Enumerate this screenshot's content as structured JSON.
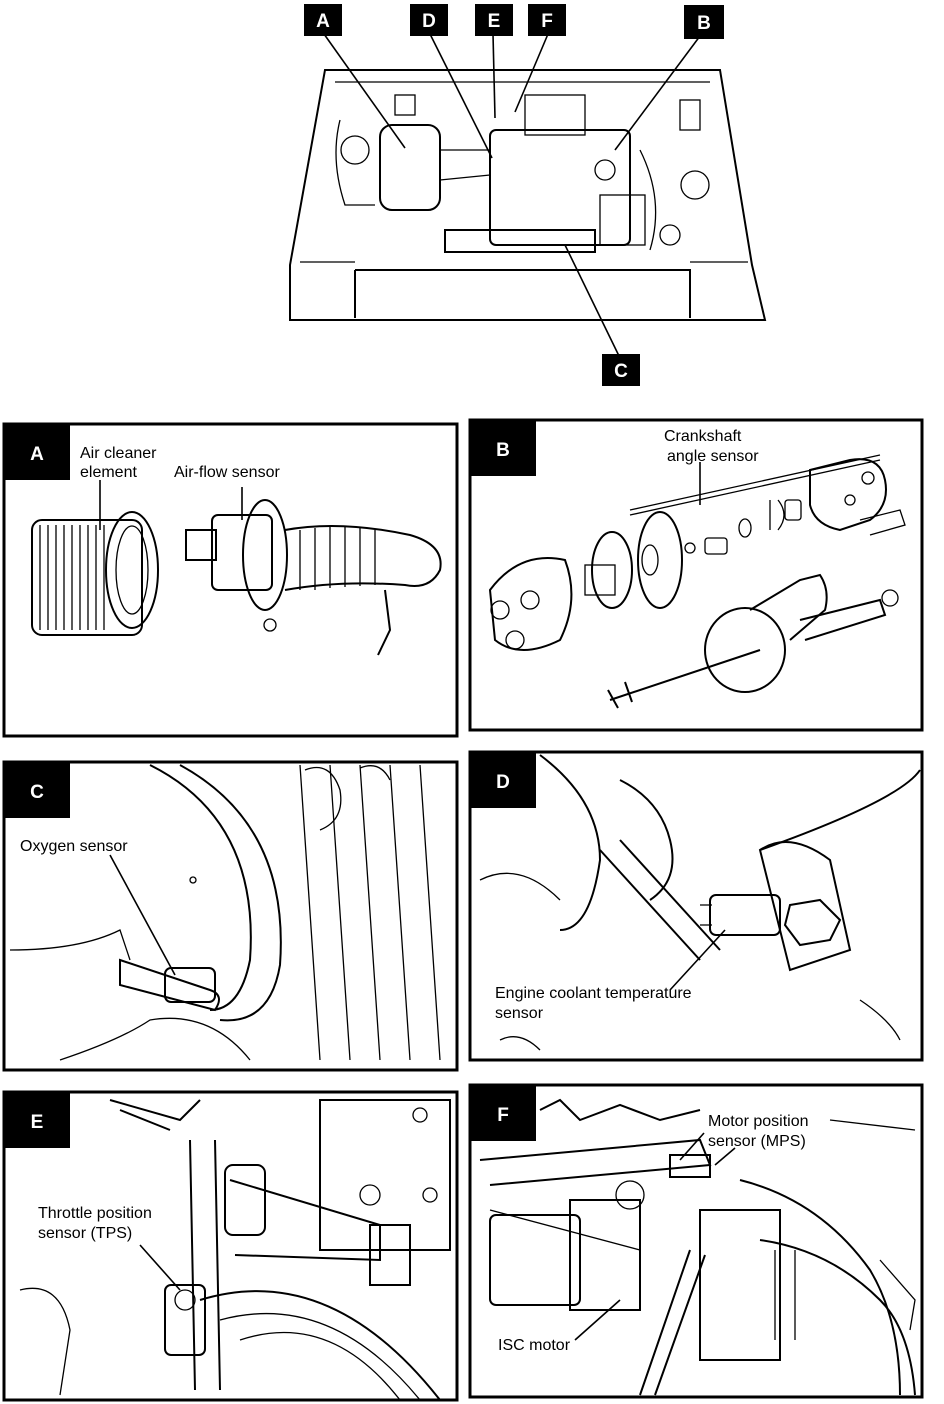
{
  "overview": {
    "callouts": [
      "A",
      "D",
      "E",
      "F",
      "B",
      "C"
    ]
  },
  "panels": {
    "a": {
      "badge": "A",
      "labels": [
        "Air cleaner",
        "element",
        "Air-flow sensor"
      ]
    },
    "b": {
      "badge": "B",
      "labels": [
        "Crankshaft",
        "angle sensor"
      ]
    },
    "c": {
      "badge": "C",
      "labels": [
        "Oxygen sensor"
      ]
    },
    "d": {
      "badge": "D",
      "labels": [
        "Engine coolant temperature",
        "sensor"
      ]
    },
    "e": {
      "badge": "E",
      "labels": [
        "Throttle position",
        "sensor (TPS)"
      ]
    },
    "f": {
      "badge": "F",
      "labels": [
        "Motor position",
        "sensor (MPS)",
        "ISC motor"
      ]
    }
  }
}
